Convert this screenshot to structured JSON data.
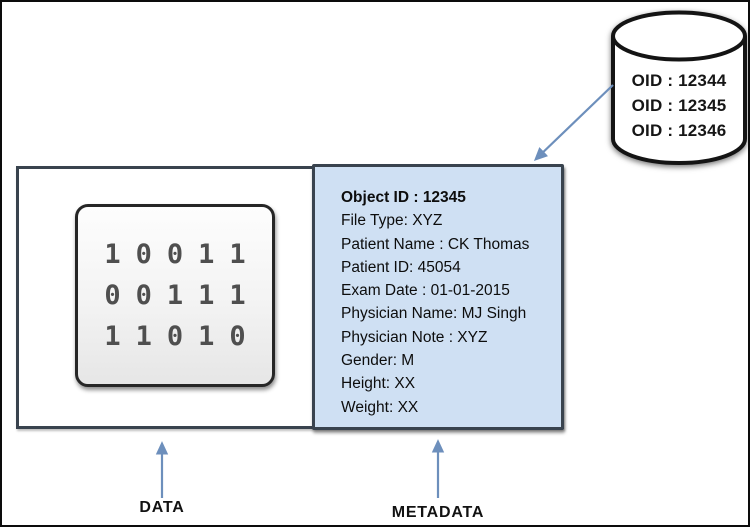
{
  "cylinder": {
    "oids": [
      "OID : 12344",
      "OID : 12345",
      "OID : 12346"
    ]
  },
  "data_box": {
    "binary_rows": [
      "10011",
      "00111",
      "11010"
    ]
  },
  "metadata": {
    "lines": [
      "Object ID : 12345",
      "File Type: XYZ",
      "Patient Name : CK Thomas",
      "Patient ID: 45054",
      "Exam Date : 01-01-2015",
      "Physician Name: MJ Singh",
      "Physician Note : XYZ",
      "Gender: M",
      "Height: XX",
      "Weight: XX"
    ]
  },
  "labels": {
    "data": "DATA",
    "metadata": "METADATA"
  },
  "colors": {
    "panel_blue": "#cfe0f3",
    "border_dark": "#39434e",
    "arrow_blue": "#6d8fbc",
    "binary_digit": "#4f4f4f"
  }
}
